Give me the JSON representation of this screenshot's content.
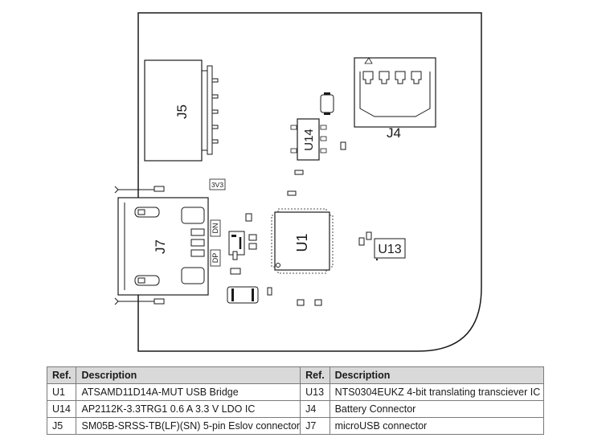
{
  "board": {
    "connector_j5": "J5",
    "connector_j4": "J4",
    "connector_j7": "J7",
    "ic_u14": "U14",
    "ic_u1": "U1",
    "ic_u13": "U13",
    "mark_3v3": "3V3",
    "mark_dn": "DN",
    "mark_dp": "DP"
  },
  "table": {
    "headers": [
      "Ref.",
      "Description",
      "Ref.",
      "Description"
    ],
    "rows": [
      [
        "U1",
        "ATSAMD11D14A-MUT USB Bridge",
        "U13",
        "NTS0304EUKZ 4-bit translating transciever IC"
      ],
      [
        "U14",
        "AP2112K-3.3TRG1 0.6 A 3.3 V LDO IC",
        "J4",
        "Battery Connector"
      ],
      [
        "J5",
        "SM05B-SRSS-TB(LF)(SN) 5-pin Eslov connector",
        "J7",
        "microUSB connector"
      ]
    ]
  }
}
